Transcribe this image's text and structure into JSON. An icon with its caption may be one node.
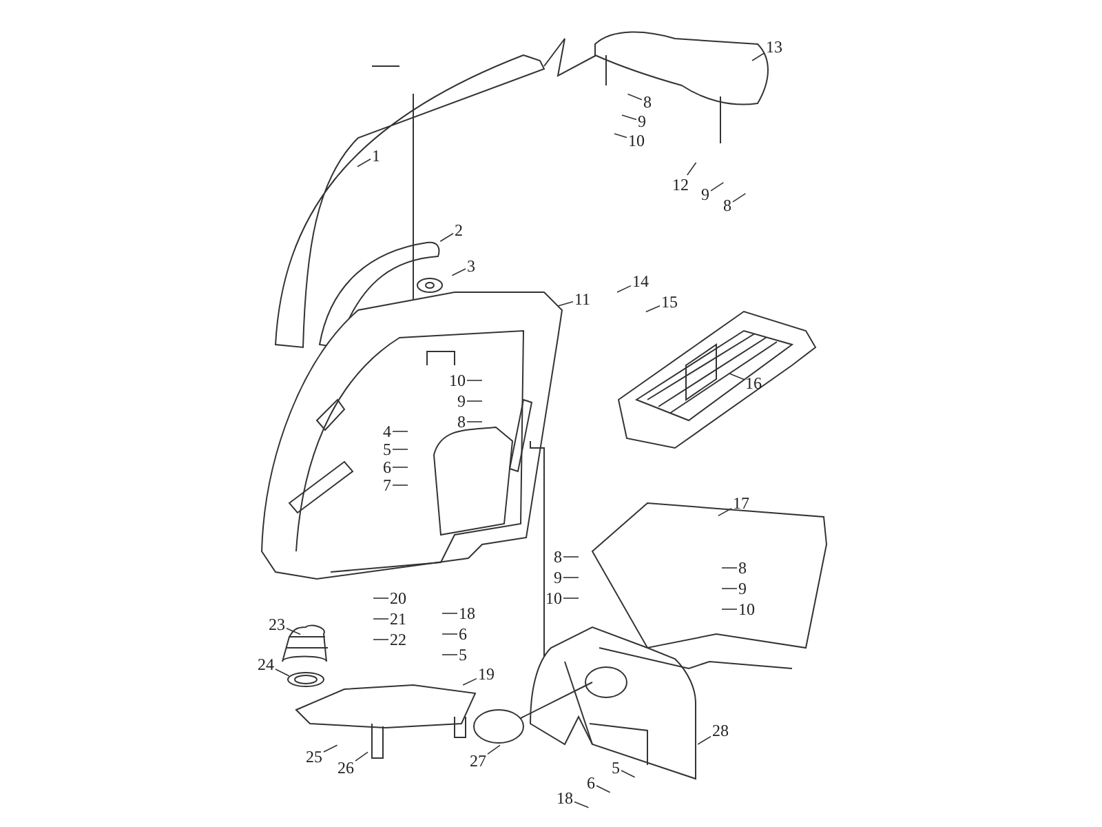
{
  "diagram": {
    "nodes": [
      {
        "text": [
          "13"
        ]
      },
      {
        "text": [
          "8"
        ]
      },
      {
        "text": [
          "9"
        ]
      },
      {
        "text": [
          "10"
        ]
      },
      {
        "text": [
          "1"
        ]
      },
      {
        "text": [
          "12"
        ]
      },
      {
        "text": [
          "9"
        ]
      },
      {
        "text": [
          "8"
        ]
      },
      {
        "text": [
          "2"
        ]
      },
      {
        "text": [
          "3"
        ]
      },
      {
        "text": [
          "14"
        ]
      },
      {
        "text": [
          "11"
        ]
      },
      {
        "text": [
          "15"
        ]
      },
      {
        "text": [
          "16"
        ]
      },
      {
        "text": [
          "10"
        ]
      },
      {
        "text": [
          "9"
        ]
      },
      {
        "text": [
          "8"
        ]
      },
      {
        "text": [
          "4"
        ]
      },
      {
        "text": [
          "5"
        ]
      },
      {
        "text": [
          "6"
        ]
      },
      {
        "text": [
          "7"
        ]
      },
      {
        "text": [
          "17"
        ]
      },
      {
        "text": [
          "8"
        ]
      },
      {
        "text": [
          "9"
        ]
      },
      {
        "text": [
          "10"
        ]
      },
      {
        "text": [
          "8"
        ]
      },
      {
        "text": [
          "9"
        ]
      },
      {
        "text": [
          "10"
        ]
      },
      {
        "text": [
          "20"
        ]
      },
      {
        "text": [
          "18"
        ]
      },
      {
        "text": [
          "21"
        ]
      },
      {
        "text": [
          "23"
        ]
      },
      {
        "text": [
          "22"
        ]
      },
      {
        "text": [
          "6"
        ]
      },
      {
        "text": [
          "5"
        ]
      },
      {
        "text": [
          "24"
        ]
      },
      {
        "text": [
          "19"
        ]
      },
      {
        "text": [
          "28"
        ]
      },
      {
        "text": [
          "25"
        ]
      },
      {
        "text": [
          "26"
        ]
      },
      {
        "text": [
          "27"
        ]
      },
      {
        "text": [
          "5"
        ]
      },
      {
        "text": [
          "6"
        ]
      },
      {
        "text": [
          "18"
        ]
      }
    ],
    "edges": [
      {
        "from": 0,
        "to": null,
        "arrow": "none"
      },
      {
        "from": 1,
        "to": null,
        "arrow": "none"
      },
      {
        "from": 2,
        "to": null,
        "arrow": "none"
      },
      {
        "from": 3,
        "to": null,
        "arrow": "none"
      },
      {
        "from": 4,
        "to": null,
        "arrow": "none"
      },
      {
        "from": 5,
        "to": null,
        "arrow": "none"
      },
      {
        "from": 6,
        "to": null,
        "arrow": "none"
      },
      {
        "from": 7,
        "to": null,
        "arrow": "none"
      },
      {
        "from": 8,
        "to": null,
        "arrow": "none"
      },
      {
        "from": 9,
        "to": null,
        "arrow": "none"
      },
      {
        "from": 10,
        "to": null,
        "arrow": "none"
      },
      {
        "from": 11,
        "to": null,
        "arrow": "none"
      },
      {
        "from": 12,
        "to": null,
        "arrow": "none"
      },
      {
        "from": 13,
        "to": null,
        "arrow": "none"
      },
      {
        "from": 14,
        "to": null,
        "arrow": "none"
      },
      {
        "from": 15,
        "to": null,
        "arrow": "none"
      },
      {
        "from": 16,
        "to": null,
        "arrow": "none"
      },
      {
        "from": 17,
        "to": null,
        "arrow": "none"
      },
      {
        "from": 18,
        "to": null,
        "arrow": "none"
      },
      {
        "from": 19,
        "to": null,
        "arrow": "none"
      },
      {
        "from": 20,
        "to": null,
        "arrow": "none"
      },
      {
        "from": 21,
        "to": null,
        "arrow": "none"
      },
      {
        "from": 22,
        "to": null,
        "arrow": "none"
      },
      {
        "from": 23,
        "to": null,
        "arrow": "none"
      },
      {
        "from": 24,
        "to": null,
        "arrow": "none"
      },
      {
        "from": 25,
        "to": null,
        "arrow": "none"
      },
      {
        "from": 26,
        "to": null,
        "arrow": "none"
      },
      {
        "from": 27,
        "to": null,
        "arrow": "none"
      },
      {
        "from": 28,
        "to": null,
        "arrow": "none"
      },
      {
        "from": 29,
        "to": null,
        "arrow": "none"
      },
      {
        "from": 30,
        "to": null,
        "arrow": "none"
      },
      {
        "from": 31,
        "to": null,
        "arrow": "none"
      },
      {
        "from": 32,
        "to": null,
        "arrow": "none"
      },
      {
        "from": 33,
        "to": null,
        "arrow": "none"
      },
      {
        "from": 34,
        "to": null,
        "arrow": "none"
      },
      {
        "from": 35,
        "to": null,
        "arrow": "none"
      },
      {
        "from": 36,
        "to": null,
        "arrow": "none"
      },
      {
        "from": 37,
        "to": null,
        "arrow": "none"
      },
      {
        "from": 38,
        "to": null,
        "arrow": "none"
      },
      {
        "from": 39,
        "to": null,
        "arrow": "none"
      },
      {
        "from": 40,
        "to": null,
        "arrow": "none"
      },
      {
        "from": 41,
        "to": null,
        "arrow": "none"
      },
      {
        "from": 42,
        "to": null,
        "arrow": "none"
      },
      {
        "from": 43,
        "to": null,
        "arrow": "none"
      }
    ]
  }
}
